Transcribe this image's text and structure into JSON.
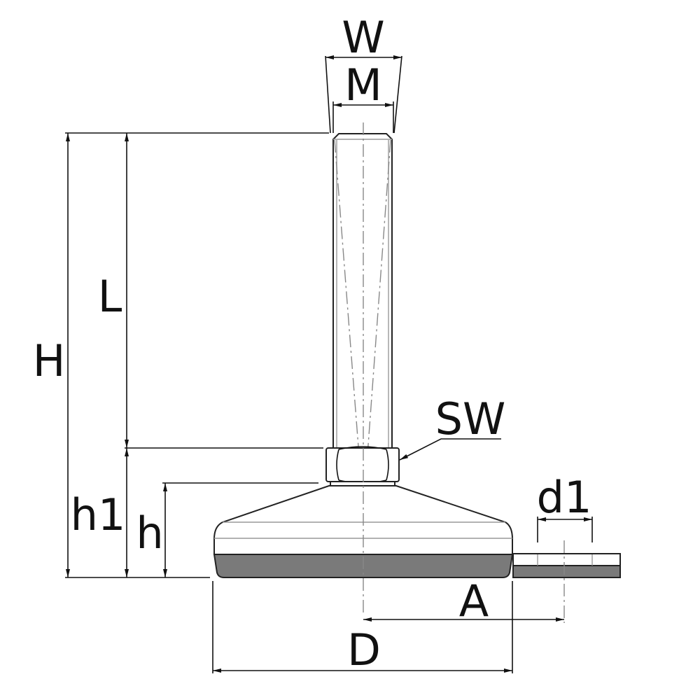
{
  "labels": {
    "W": "W",
    "M": "M",
    "L": "L",
    "H": "H",
    "SW": "SW",
    "h1": "h1",
    "h": "h",
    "d1": "d1",
    "A": "A",
    "D": "D"
  },
  "colors": {
    "rubber": "#7a7a7a",
    "line": "#222222"
  }
}
